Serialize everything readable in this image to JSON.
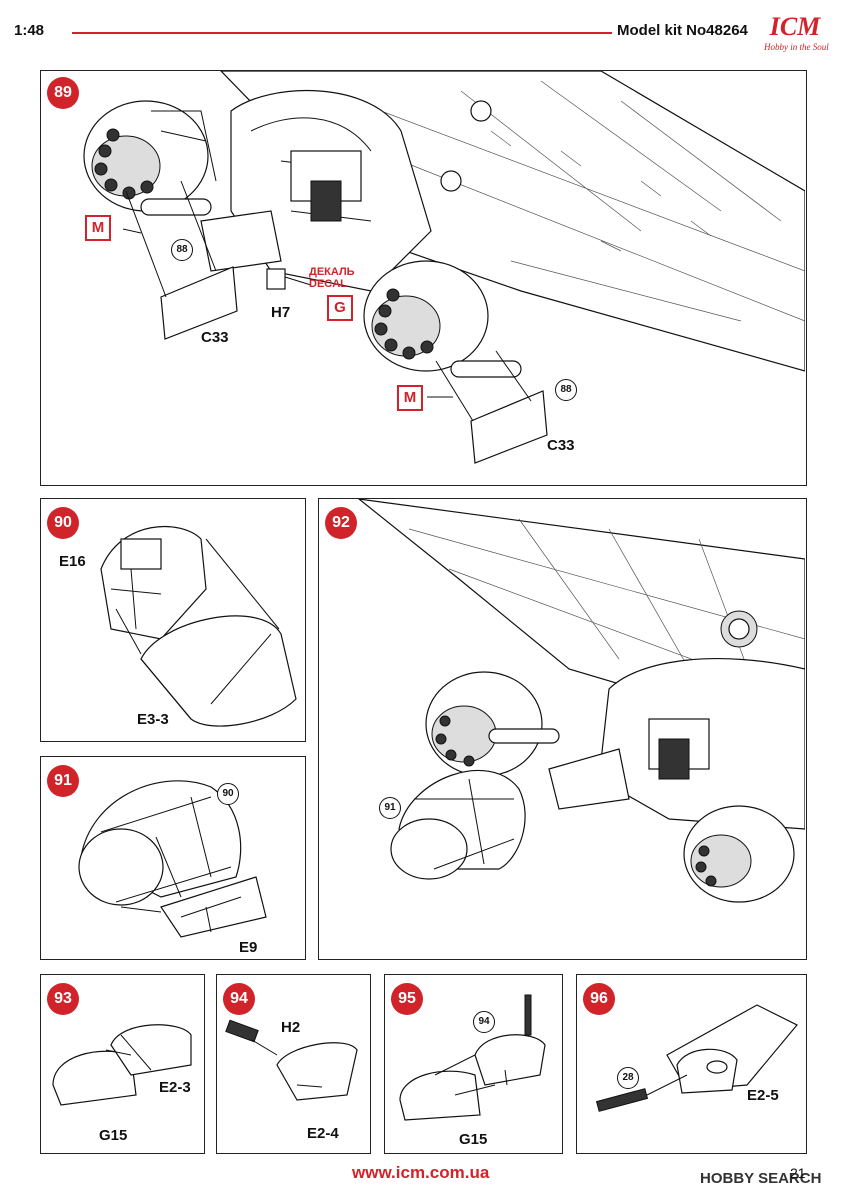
{
  "header": {
    "scale": "1:48",
    "kit_label": "Model kit No48264"
  },
  "logo": {
    "brand": "ICM",
    "tagline": "Hobby in the Soul"
  },
  "colors": {
    "accent": "#d1232a",
    "ink": "#111111"
  },
  "steps": {
    "s89": {
      "number": "89",
      "refs": [
        "88",
        "88"
      ],
      "parts": [
        "C33",
        "C33",
        "H7"
      ],
      "markers": [
        "M",
        "M",
        "G"
      ],
      "decal_ru": "ДЕКАЛЬ",
      "decal_en": "DECAL"
    },
    "s90": {
      "number": "90",
      "parts": [
        "E16",
        "E3-3"
      ]
    },
    "s91": {
      "number": "91",
      "ref": "90",
      "parts": [
        "E9"
      ]
    },
    "s92": {
      "number": "92",
      "ref": "91"
    },
    "s93": {
      "number": "93",
      "parts": [
        "E2-3",
        "G15"
      ]
    },
    "s94": {
      "number": "94",
      "parts": [
        "H2",
        "E2-4"
      ]
    },
    "s95": {
      "number": "95",
      "ref": "94",
      "parts": [
        "G15"
      ]
    },
    "s96": {
      "number": "96",
      "ref": "28",
      "parts": [
        "E2-5"
      ]
    }
  },
  "footer": {
    "url": "www.icm.com.ua",
    "page": "21",
    "watermark": "HOBBY SEARCH"
  }
}
